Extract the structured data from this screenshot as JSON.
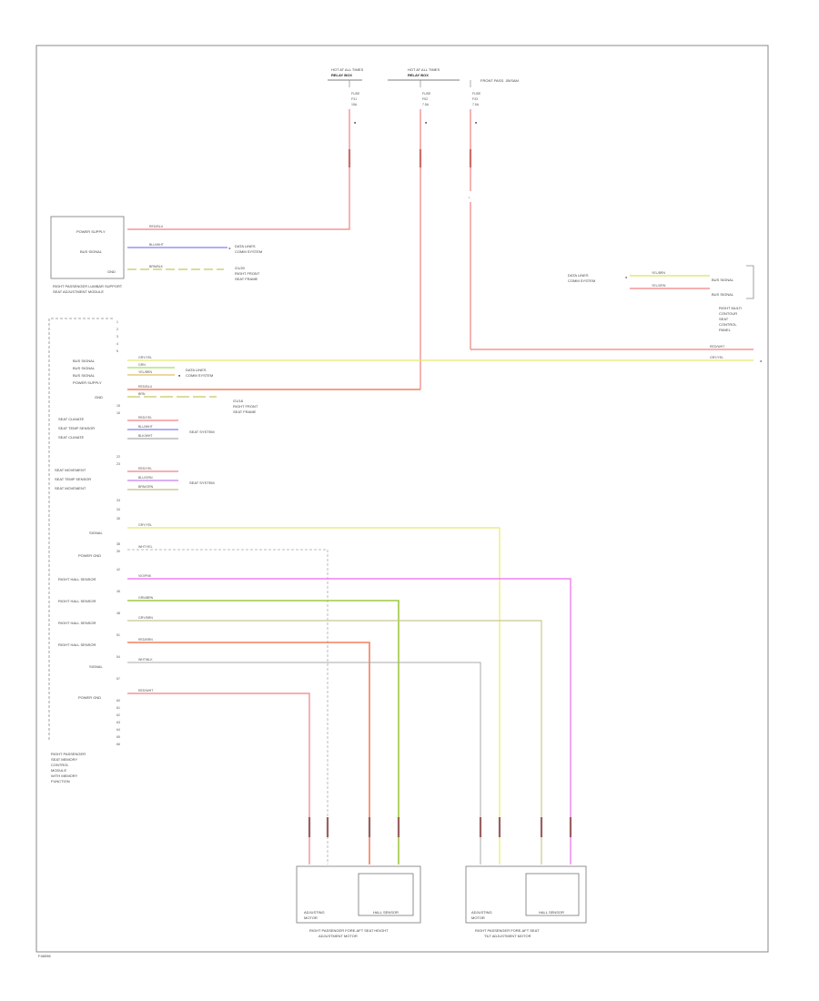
{
  "diagram_code": "F48098",
  "top_sources": [
    {
      "line1": "HOT AT ALL TIMES",
      "line2": "RELAY BOX",
      "fuse": "FUSE",
      "fuse_no": "F31",
      "amps": "15A"
    },
    {
      "line1": "HOT AT ALL TIMES",
      "line2": "RELAY BOX",
      "fuse": "FUSE",
      "fuse_no": "F52",
      "amps": "7.5A"
    },
    {
      "fuse": "FUSE",
      "fuse_no": "F33",
      "amps": "7.5A"
    }
  ],
  "top_right_label": "FRONT PASS. JB/SAM",
  "lumbar_module": {
    "title_line1": "RIGHT PASSENGER LUMBAR SUPPORT",
    "title_line2": "SEAT ADJUSTMENT MODULE",
    "pins": [
      {
        "label": "POWER SUPPLY",
        "wire": "RED/BLU"
      },
      {
        "label": "BUS SIGNAL",
        "wire": "BLU/WHT"
      },
      {
        "label": "GND",
        "wire": "BRN/BLK"
      }
    ],
    "dest_bus": [
      "DATA LINES",
      "COMM SYSTEM"
    ],
    "dest_gnd": [
      "G1/20",
      "RIGHT FRONT",
      "SEAT FRAME"
    ]
  },
  "right_connector": {
    "pins": [
      {
        "label": "BUS SIGNAL",
        "wire": "YEL/BRN"
      },
      {
        "label": "BUS SIGNAL",
        "wire": "YEL/GRN"
      }
    ],
    "dest": [
      "DATA LINES",
      "COMM SYSTEM"
    ],
    "title": [
      "RIGHT MULTI",
      "CONTOUR",
      "SEAT",
      "CONTROL",
      "PANEL"
    ],
    "wire_out_1": "RED/WHT",
    "wire_out_2": "GRY/YEL"
  },
  "main_module": {
    "title": [
      "RIGHT PASSENGER",
      "SEAT MEMORY",
      "CONTROL",
      "MODULE",
      "WITH MEMORY",
      "FUNCTION"
    ],
    "pins": [
      {
        "label": "BUS SIGNAL",
        "wire": "GRY/YEL"
      },
      {
        "label": "BUS SIGNAL",
        "wire": "GRN"
      },
      {
        "label": "BUS SIGNAL",
        "wire": "YEL/BRN"
      },
      {
        "label": "POWER SUPPLY",
        "wire": "RED/BLU"
      },
      {
        "label": "GND",
        "wire": "BRN"
      },
      {
        "label": "SEAT CLIMATE",
        "wire": "RED/YEL"
      },
      {
        "label": "SEAT TEMP SENSOR",
        "wire": "BLU/WHT"
      },
      {
        "label": "SEAT CLIMATE",
        "wire": "BLK/WHT"
      },
      {
        "label": "SEAT MOVEMENT",
        "wire": "RED/YEL"
      },
      {
        "label": "SEAT TEMP SENSOR",
        "wire": "BLU/GRN"
      },
      {
        "label": "SEAT MOVEMENT",
        "wire": "BRN/GRN"
      }
    ],
    "seat_dest": "SEAT SYSTEM",
    "bus_dest": [
      "DATA LINES",
      "COMM SYSTEM"
    ],
    "gnd_dest": [
      "G1/18",
      "RIGHT FRONT",
      "SEAT FRAME"
    ],
    "motor_pins": [
      {
        "label": "SIGNAL",
        "wire": "GRY/YEL"
      },
      {
        "label": "POWER GND",
        "wire": "WHT/YEL"
      },
      {
        "label": "RIGHT HALL SENSOR",
        "wire": "VIO/PNK"
      },
      {
        "label": "RIGHT HALL SENSOR",
        "wire": "GRN/BRN"
      },
      {
        "label": "RIGHT HALL SENSOR",
        "wire": "GRY/BRN"
      },
      {
        "label": "RIGHT HALL SENSOR",
        "wire": "RED/BRN"
      },
      {
        "label": "SIGNAL",
        "wire": "WHT/BLK"
      },
      {
        "label": "POWER GND",
        "wire": "RED/WHT"
      }
    ]
  },
  "motors": [
    {
      "cell1": [
        "ADJUSTING",
        "MOTOR"
      ],
      "cell2": "HALL SENSOR",
      "title": [
        "RIGHT PASSENGER FORE-AFT SEAT HEIGHT",
        "ADJUSTMENT MOTOR"
      ]
    },
    {
      "cell1": [
        "ADJUSTING",
        "MOTOR"
      ],
      "cell2": "HALL SENSOR",
      "title": [
        "RIGHT PASSENGER FORE-AFT SEAT",
        "TILT ADJUSTMENT MOTOR"
      ]
    }
  ]
}
